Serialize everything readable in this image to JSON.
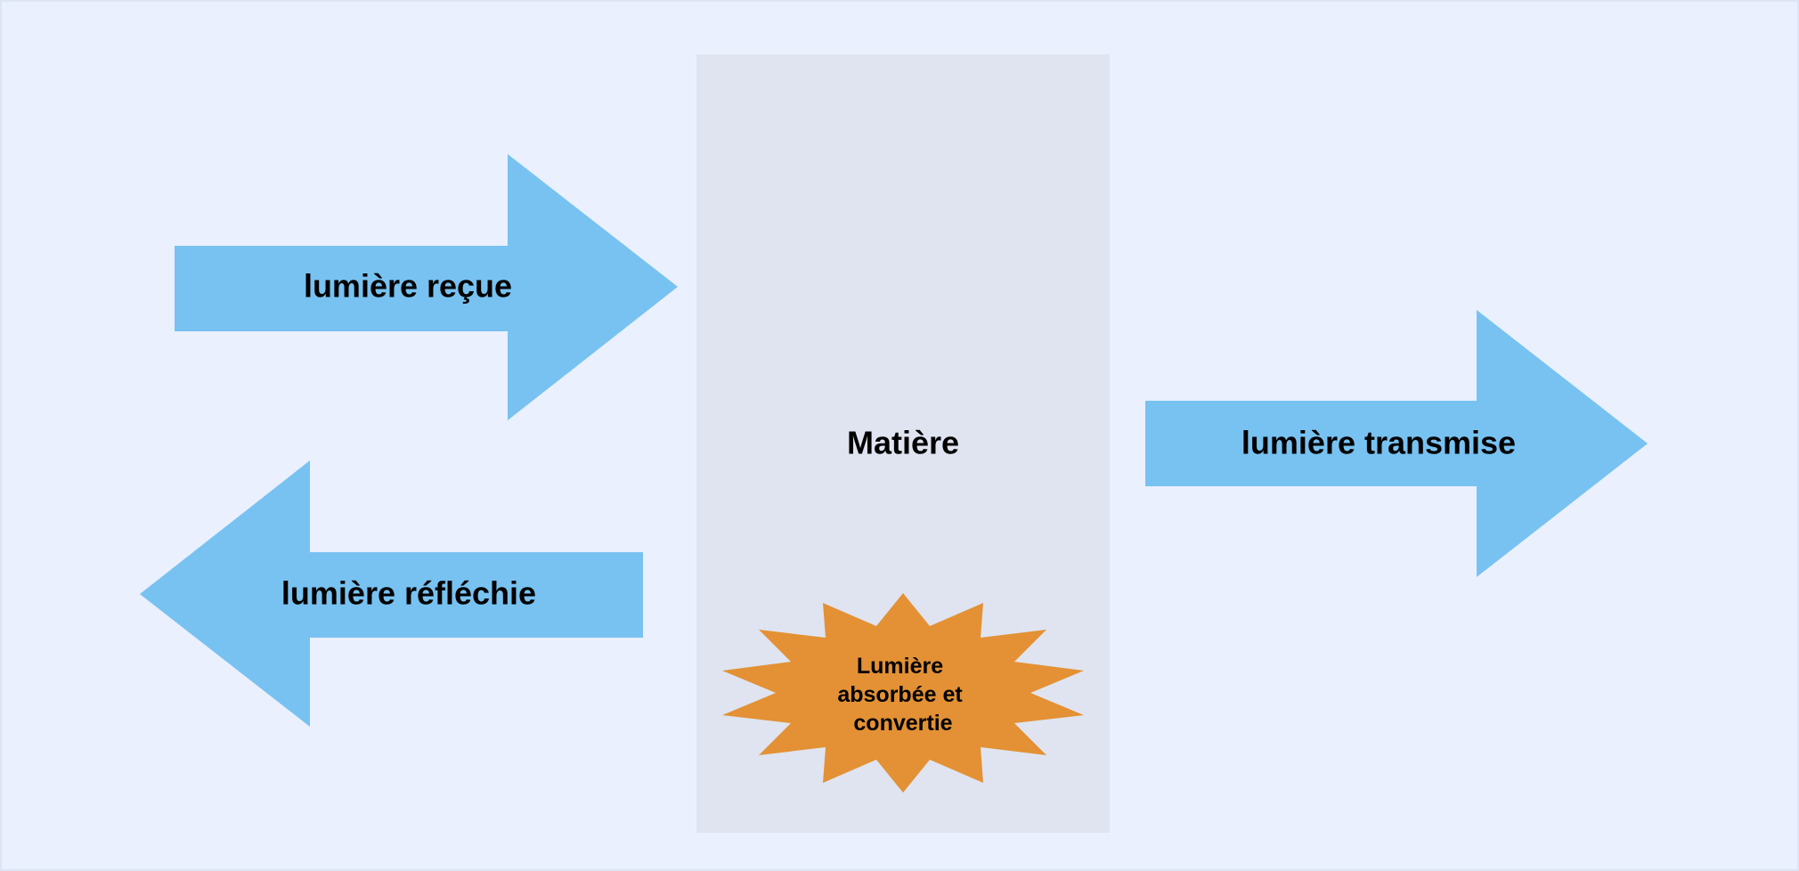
{
  "diagram": {
    "matter_label": "Matière",
    "received_label": "lumière reçue",
    "reflected_label": "lumière réfléchie",
    "transmitted_label": "lumière transmise",
    "absorbed_label_lines": [
      "Lumière",
      "absorbée et",
      "convertie"
    ]
  },
  "colors": {
    "background": "#EAF0FD",
    "background_border": "#DDE4F3",
    "matter_fill": "#DFE4F0",
    "arrow_fill": "#78C2F1",
    "burst_fill": "#E39134",
    "text": "#000000"
  }
}
